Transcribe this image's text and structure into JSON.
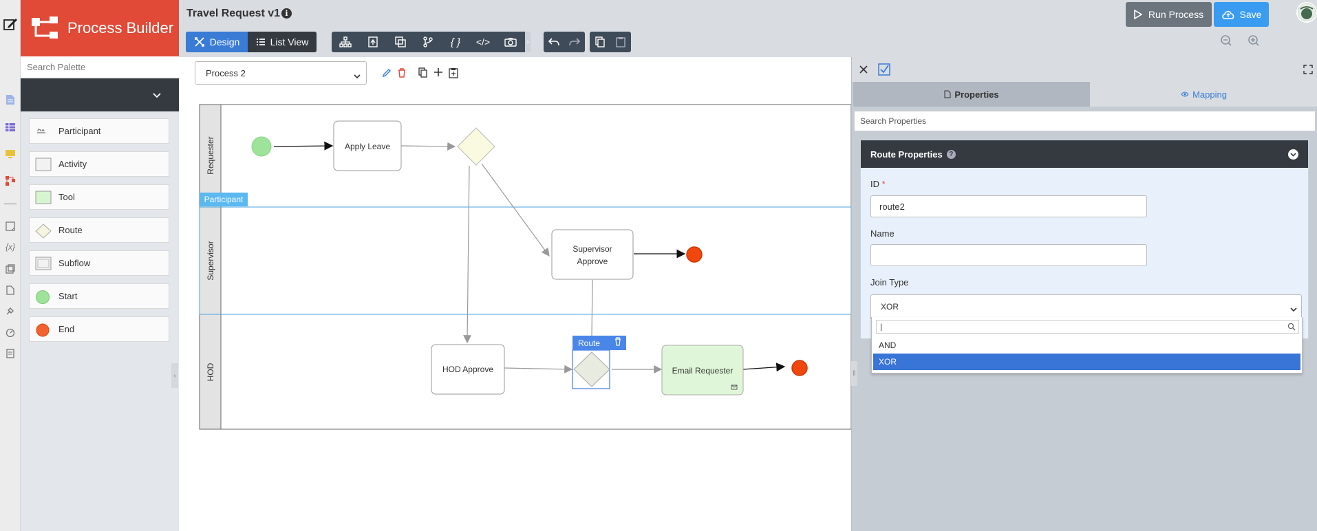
{
  "app": {
    "brand": "Process Builder",
    "title": "Travel Request v1",
    "info_glyph": "i"
  },
  "toolbar": {
    "design_label": "Design",
    "list_view_label": "List View",
    "run_label": "Run Process",
    "save_label": "Save",
    "accent": "#3a7bd5",
    "dark": "#3f4b58"
  },
  "palette": {
    "search_placeholder": "Search Palette",
    "items": [
      {
        "label": "Participant",
        "icon": "participant-icon"
      },
      {
        "label": "Activity",
        "icon": "activity-icon"
      },
      {
        "label": "Tool",
        "icon": "tool-icon"
      },
      {
        "label": "Route",
        "icon": "route-icon"
      },
      {
        "label": "Subflow",
        "icon": "subflow-icon"
      },
      {
        "label": "Start",
        "icon": "start-icon"
      },
      {
        "label": "End",
        "icon": "end-icon"
      }
    ]
  },
  "canvas": {
    "process_selected": "Process 2",
    "lanes": [
      "Requester",
      "Supervisor",
      "HOD"
    ],
    "participant_tag": "Participant",
    "nodes": {
      "apply_leave": "Apply Leave",
      "supervisor_approve_line1": "Supervisor",
      "supervisor_approve_line2": "Approve",
      "hod_approve": "HOD Approve",
      "email_requester": "Email Requester",
      "route_tag": "Route"
    }
  },
  "panel": {
    "tab_properties": "Properties",
    "tab_mapping": "Mapping",
    "search_placeholder": "Search Properties",
    "section_title": "Route Properties",
    "help_glyph": "?",
    "id_label": "ID",
    "required_mark": "*",
    "id_value": "route2",
    "name_label": "Name",
    "name_value": "",
    "join_label": "Join Type",
    "join_value": "XOR",
    "join_options": [
      "AND",
      "XOR"
    ],
    "search_cursor": "|"
  }
}
